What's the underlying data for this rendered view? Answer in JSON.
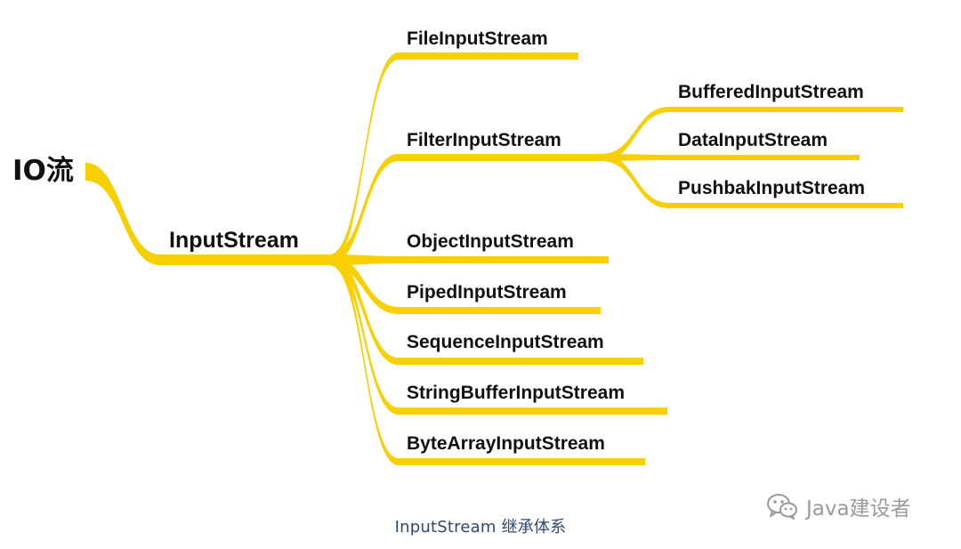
{
  "root": {
    "label": "IO流"
  },
  "level1": {
    "label": "InputStream"
  },
  "children": [
    {
      "label": "FileInputStream"
    },
    {
      "label": "FilterInputStream"
    },
    {
      "label": "ObjectInputStream"
    },
    {
      "label": "PipedInputStream"
    },
    {
      "label": "SequenceInputStream"
    },
    {
      "label": "StringBufferInputStream"
    },
    {
      "label": "ByteArrayInputStream"
    }
  ],
  "filter_children": [
    {
      "label": "BufferedInputStream"
    },
    {
      "label": "DataInputStream"
    },
    {
      "label": "PushbakInputStream"
    }
  ],
  "caption": "InputStream 继承体系",
  "watermark": {
    "text": "Java建设者",
    "icon": "wechat-icon"
  },
  "colors": {
    "branch": "#f8cf00",
    "text": "#111111",
    "caption": "#2c4a6e",
    "watermark": "#9a9a9a"
  }
}
